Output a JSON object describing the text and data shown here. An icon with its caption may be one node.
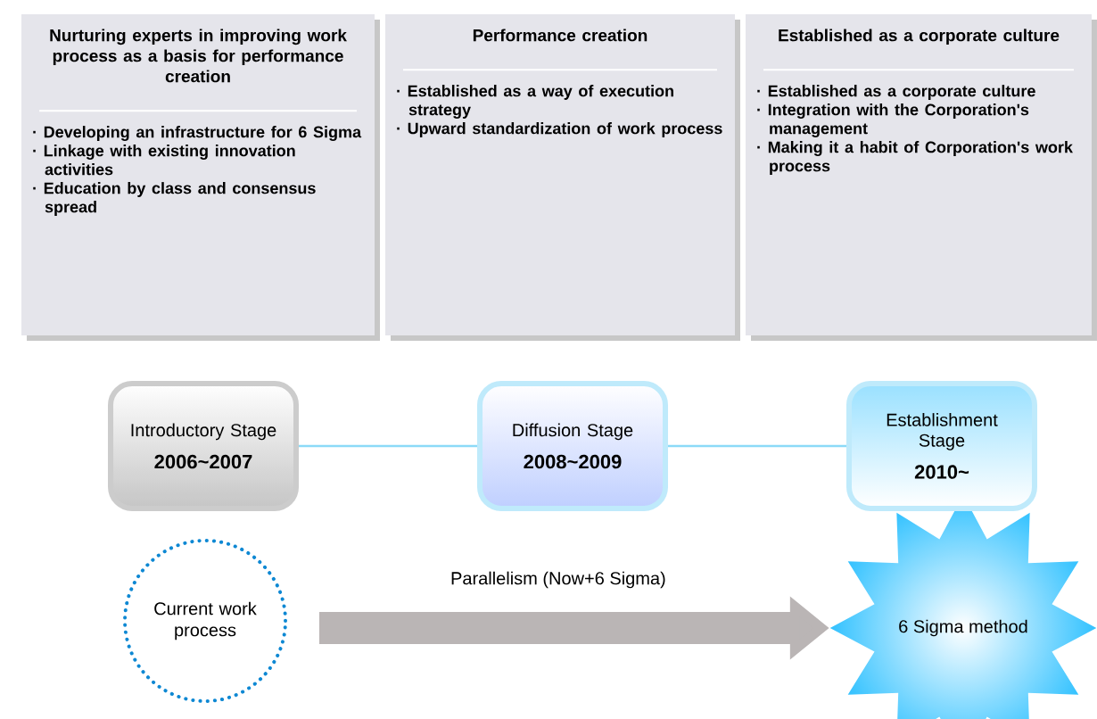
{
  "diagram": {
    "nodes": [
      {
        "text": [
          "Nurturing experts in improving work process as a basis for performance creation",
          "· Developing an infrastructure for 6 Sigma",
          "· Linkage with existing innovation activities",
          "· Education by class and consensus spread"
        ]
      },
      {
        "text": [
          "Performance creation",
          "· Established as a way of execution strategy",
          "· Upward standardization of work process"
        ]
      },
      {
        "text": [
          "Established as a corporate culture",
          "· Established as a corporate culture",
          "· Integration with the Corporation's management",
          "· Making it a habit of Corporation's work process"
        ]
      },
      {
        "text": [
          "Introductory Stage",
          "2006~2007"
        ]
      },
      {
        "text": [
          "Diffusion Stage",
          "2008~2009"
        ]
      },
      {
        "text": [
          "Establishment Stage",
          "2010~"
        ]
      },
      {
        "text": [
          "Current work process"
        ]
      },
      {
        "text": [
          "6 Sigma method"
        ]
      }
    ],
    "edges": [
      {
        "from": 3,
        "to": 4,
        "arrow": "none"
      },
      {
        "from": 4,
        "to": 5,
        "arrow": "none"
      },
      {
        "from": 6,
        "to": 7,
        "arrow": "to",
        "label": "Parallelism (Now+6 Sigma)",
        "style": "thick",
        "color": "#bab5b5"
      }
    ]
  }
}
